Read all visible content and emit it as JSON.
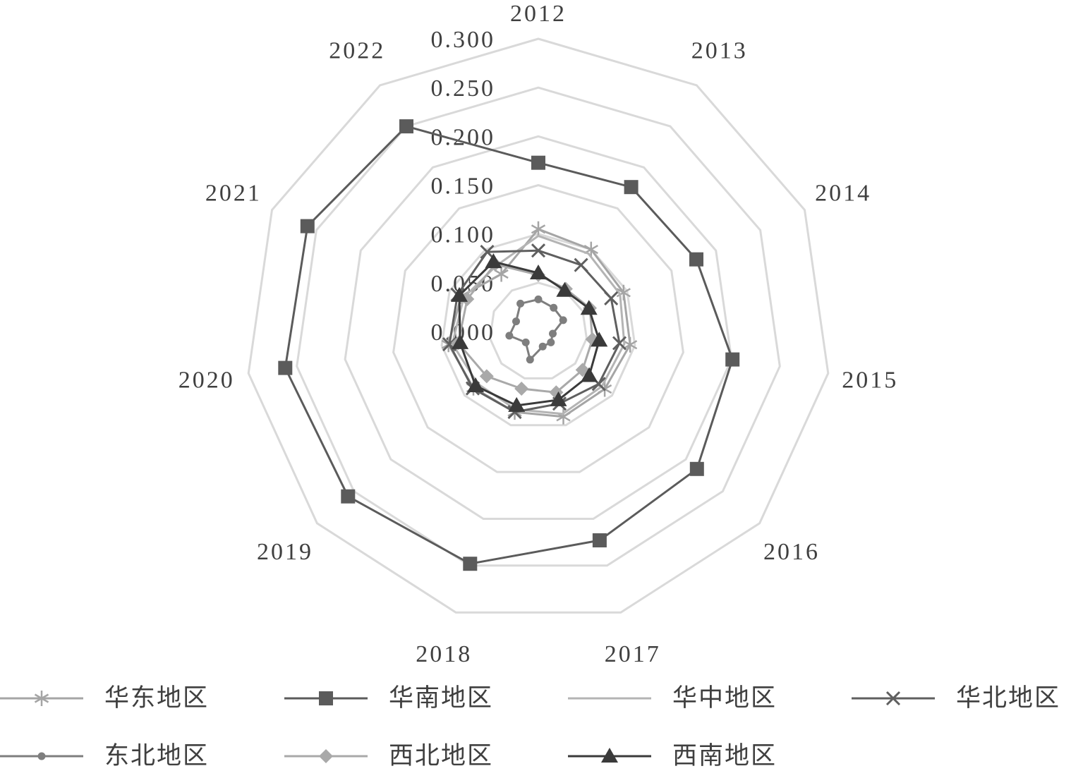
{
  "chart_data": {
    "type": "radar",
    "categories": [
      "2012",
      "2013",
      "2014",
      "2015",
      "2016",
      "2017",
      "2018",
      "2019",
      "2020",
      "2021",
      "2022"
    ],
    "rlim": [
      0,
      0.3
    ],
    "tick_labels": [
      "0.000",
      "0.050",
      "0.100",
      "0.150",
      "0.200",
      "0.250",
      "0.300"
    ],
    "grid": true,
    "grid_color": "#d9d9d9",
    "legend": "bottom",
    "series": [
      {
        "name": "华东地区",
        "color": "#a5a5a5",
        "marker": "asterisk",
        "values": [
          0.105,
          0.1,
          0.096,
          0.095,
          0.09,
          0.091,
          0.086,
          0.088,
          0.093,
          0.087,
          0.07
        ]
      },
      {
        "name": "华南地区",
        "color": "#5b5b5b",
        "marker": "square",
        "values": [
          0.173,
          0.176,
          0.178,
          0.201,
          0.215,
          0.223,
          0.248,
          0.258,
          0.262,
          0.26,
          0.25
        ]
      },
      {
        "name": "华中地区",
        "color": "#b4b4b4",
        "marker": "none",
        "values": [
          0.098,
          0.095,
          0.092,
          0.089,
          0.086,
          0.088,
          0.083,
          0.082,
          0.089,
          0.084,
          0.08
        ]
      },
      {
        "name": "华北地区",
        "color": "#5f5f5f",
        "marker": "x",
        "values": [
          0.083,
          0.081,
          0.082,
          0.084,
          0.082,
          0.077,
          0.086,
          0.089,
          0.092,
          0.091,
          0.097
        ]
      },
      {
        "name": "东北地区",
        "color": "#7e7e7e",
        "marker": "circle",
        "values": [
          0.033,
          0.029,
          0.028,
          0.015,
          0.017,
          0.016,
          0.03,
          0.017,
          0.03,
          0.025,
          0.034
        ]
      },
      {
        "name": "西北地区",
        "color": "#a9a9a9",
        "marker": "diamond",
        "values": [
          0.058,
          0.052,
          0.058,
          0.056,
          0.06,
          0.065,
          0.061,
          0.07,
          0.083,
          0.08,
          0.082
        ]
      },
      {
        "name": "西南地区",
        "color": "#3a3a3a",
        "marker": "triangle",
        "values": [
          0.06,
          0.05,
          0.057,
          0.063,
          0.069,
          0.073,
          0.079,
          0.085,
          0.081,
          0.089,
          0.085
        ]
      }
    ]
  }
}
